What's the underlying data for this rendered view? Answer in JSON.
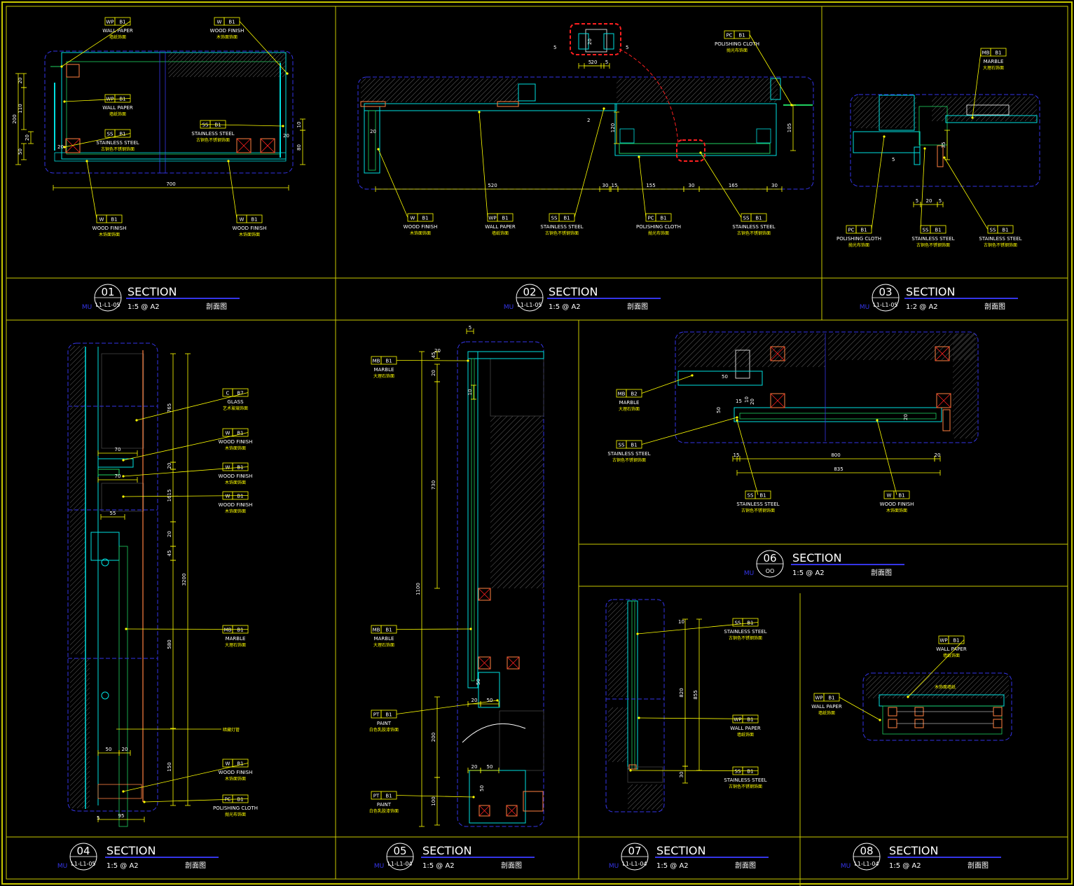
{
  "drawing": {
    "colors": {
      "background": "#000000",
      "frame": "#c8c800",
      "annotation": "#ffff00",
      "outline": "#3535e8",
      "finish": "#00e0e0",
      "finish_line": "#20d060",
      "wood": "#ff8040",
      "highlight": "#ff2020",
      "text": "#ffffff"
    },
    "legend": {
      "section_word": "SECTION",
      "title_cn": "剖面图",
      "prefix": "MU"
    },
    "sections": [
      {
        "num": "01",
        "ref": "L1-L1-05",
        "scale": "1:5 @ A2"
      },
      {
        "num": "02",
        "ref": "L1-L1-05",
        "scale": "1:5 @ A2"
      },
      {
        "num": "03",
        "ref": "L1-L1-05",
        "scale": "1:2 @ A2"
      },
      {
        "num": "04",
        "ref": "L1-L1-05",
        "scale": "1:5 @ A2"
      },
      {
        "num": "05",
        "ref": "L1-L1-04",
        "scale": "1:5 @ A2"
      },
      {
        "num": "06",
        "ref": "OO",
        "scale": "1:5 @ A2"
      },
      {
        "num": "07",
        "ref": "L1-L1-04",
        "scale": "1:5 @ A2"
      },
      {
        "num": "08",
        "ref": "L1-L1-04",
        "scale": "1:5 @ A2"
      }
    ],
    "materials": {
      "WP": {
        "code": "WP",
        "grade": "B1",
        "name": "WALL PAPER",
        "cn": "墙纸饰面"
      },
      "W": {
        "code": "W",
        "grade": "B1",
        "name": "WOOD FINISH",
        "cn": "木饰面饰面"
      },
      "SS": {
        "code": "SS",
        "grade": "B1",
        "name": "STAINLESS STEEL",
        "cn": "古铜色不锈钢饰面"
      },
      "PC": {
        "code": "PC",
        "grade": "B1",
        "name": "POLISHING CLOTH",
        "cn": "抛光布饰面"
      },
      "MB": {
        "code": "MB",
        "grade": "B1",
        "name": "MARBLE",
        "cn": "大理石饰面"
      },
      "MB2": {
        "code": "MB",
        "grade": "B2",
        "name": "MARBLE",
        "cn": "大理石饰面"
      },
      "C": {
        "code": "C",
        "grade": "B7",
        "name": "GLASS",
        "cn": "艺术玻璃饰面"
      },
      "PT": {
        "code": "PT",
        "grade": "B1",
        "name": "PAINT",
        "cn": "白色乳胶漆饰面"
      }
    },
    "notes": {
      "hidden_tube": "暗藏灯管",
      "fixed_wall_paper": "木饰面墙纸"
    },
    "dimensions": {
      "s01": [
        "20",
        "110",
        "200",
        "50",
        "20",
        "20",
        "10",
        "80",
        "700",
        "20"
      ],
      "s02": [
        "20",
        "520",
        "30",
        "15",
        "155",
        "30",
        "165",
        "30",
        "120",
        "105",
        "2",
        "20",
        "5",
        "5",
        "20",
        "5",
        "5"
      ],
      "s03": [
        "35",
        "5",
        "20",
        "5",
        "5"
      ],
      "s04": [
        "765",
        "20",
        "1615",
        "20",
        "45",
        "3200",
        "580",
        "150",
        "55",
        "70",
        "70",
        "50",
        "20",
        "95",
        "5"
      ],
      "s05": [
        "5",
        "45",
        "20",
        "10",
        "730",
        "1100",
        "200",
        "100",
        "20",
        "50",
        "20",
        "50",
        "50",
        "20"
      ],
      "s06": [
        "800",
        "835",
        "15",
        "20",
        "50",
        "20",
        "15",
        "10",
        "50"
      ],
      "s07": [
        "820",
        "855",
        "30",
        "10"
      ]
    }
  }
}
